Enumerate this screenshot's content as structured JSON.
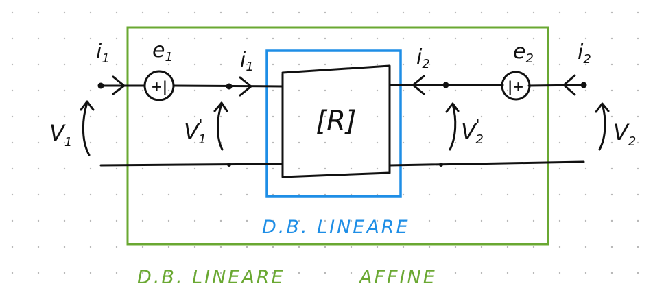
{
  "colors": {
    "ink": "#111111",
    "outer_box": "#6aa832",
    "inner_box": "#1e8ee6",
    "grid_dot": "#b7b7b7"
  },
  "labels": {
    "i1_left": "i",
    "i1_left_sub": "1",
    "e1": "e",
    "e1_sub": "1",
    "i1_inner": "i",
    "i1_inner_sub": "1",
    "i2_inner": "i",
    "i2_inner_sub": "2",
    "e2": "e",
    "e2_sub": "2",
    "i2_right": "i",
    "i2_right_sub": "2",
    "v1": "V",
    "v1_sub": "1",
    "v1p": "V",
    "v1p_sub": "1",
    "v1p_prime": "'",
    "v2p": "V",
    "v2p_sub": "2",
    "v2p_prime": "'",
    "v2": "V",
    "v2_sub": "2",
    "source1": "+|",
    "source2": "|+",
    "block": "[R]"
  },
  "captions": {
    "inner": "D.B. LINEARE",
    "outer_1": "D.B. LINEARE",
    "outer_2": "AFFINE"
  }
}
